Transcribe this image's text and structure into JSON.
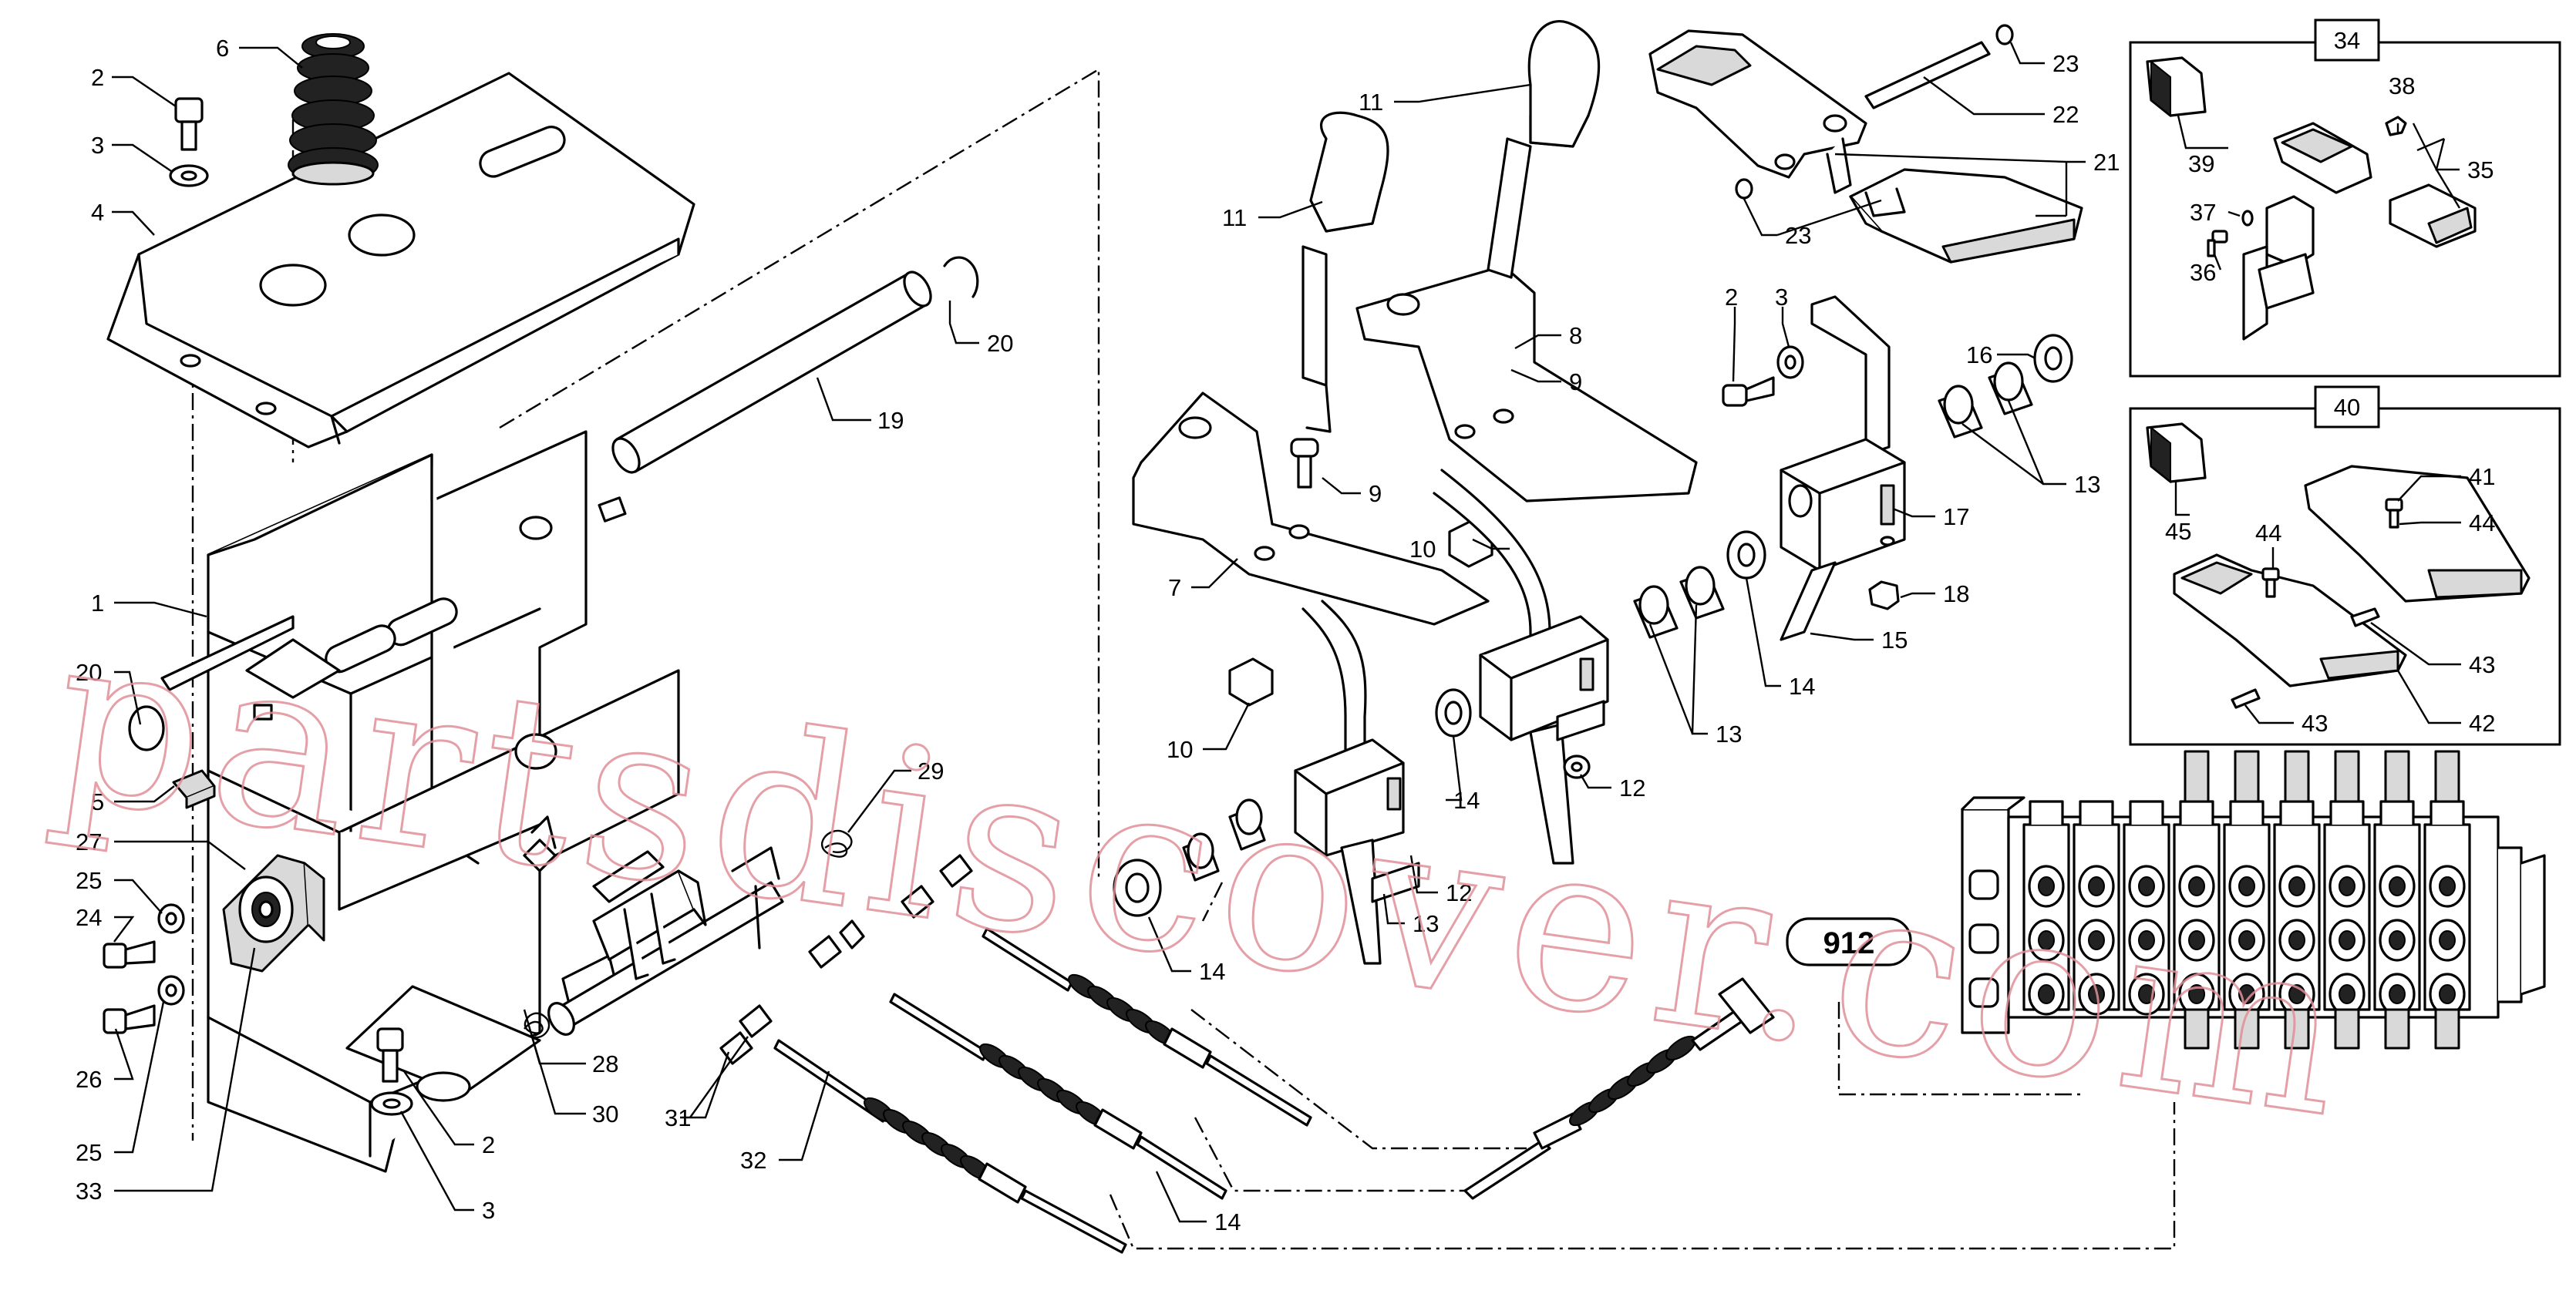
{
  "diagram": {
    "callouts": {
      "c1": "1",
      "c2a": "2",
      "c2b": "2",
      "c2c": "2",
      "c3a": "3",
      "c3b": "3",
      "c3c": "3",
      "c4": "4",
      "c5": "5",
      "c6": "6",
      "c7": "7",
      "c8": "8",
      "c9a": "9",
      "c9b": "9",
      "c10a": "10",
      "c10b": "10",
      "c11a": "11",
      "c11b": "11",
      "c12a": "12",
      "c12b": "12",
      "c13a": "13",
      "c13b": "13",
      "c13c": "13",
      "c14a": "14",
      "c14b": "14",
      "c14c": "14",
      "c15": "15",
      "c16": "16",
      "c17": "17",
      "c18": "18",
      "c19": "19",
      "c20a": "20",
      "c20b": "20",
      "c21": "21",
      "c22": "22",
      "c23a": "23",
      "c23b": "23",
      "c24": "24",
      "c25a": "25",
      "c25b": "25",
      "c26": "26",
      "c27": "27",
      "c28": "28",
      "c29": "29",
      "c30": "30",
      "c31": "31",
      "c32": "32",
      "c33": "33",
      "c35": "35",
      "c36": "36",
      "c37": "37",
      "c38": "38",
      "c39": "39",
      "c41": "41",
      "c42": "42",
      "c43a": "43",
      "c43b": "43",
      "c44a": "44",
      "c44b": "44",
      "c45": "45"
    },
    "inset_boxes": {
      "box34": "34",
      "box40": "40"
    },
    "reference_tag": "912",
    "watermark": "partsdiscover.com"
  }
}
